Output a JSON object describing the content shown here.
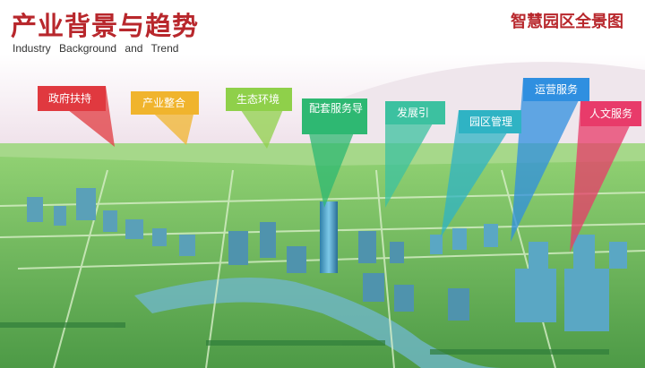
{
  "header": {
    "title": "产业背景与趋势",
    "subtitle": "Industry Background and Trend",
    "side_title": "智慧园区全景图"
  },
  "callouts": [
    {
      "label": "政府扶持",
      "color": "#e0393f"
    },
    {
      "label": "产业整合",
      "color": "#f0b42d"
    },
    {
      "label": "生态环境",
      "color": "#8fd04a"
    },
    {
      "label": "配套服务导",
      "color": "#2eb872"
    },
    {
      "label": "发展引",
      "color": "#3cc1a0"
    },
    {
      "label": "园区管理",
      "color": "#2fb3c4"
    },
    {
      "label": "运营服务",
      "color": "#2f8fe0"
    },
    {
      "label": "人文服务",
      "color": "#e83b6a"
    }
  ]
}
